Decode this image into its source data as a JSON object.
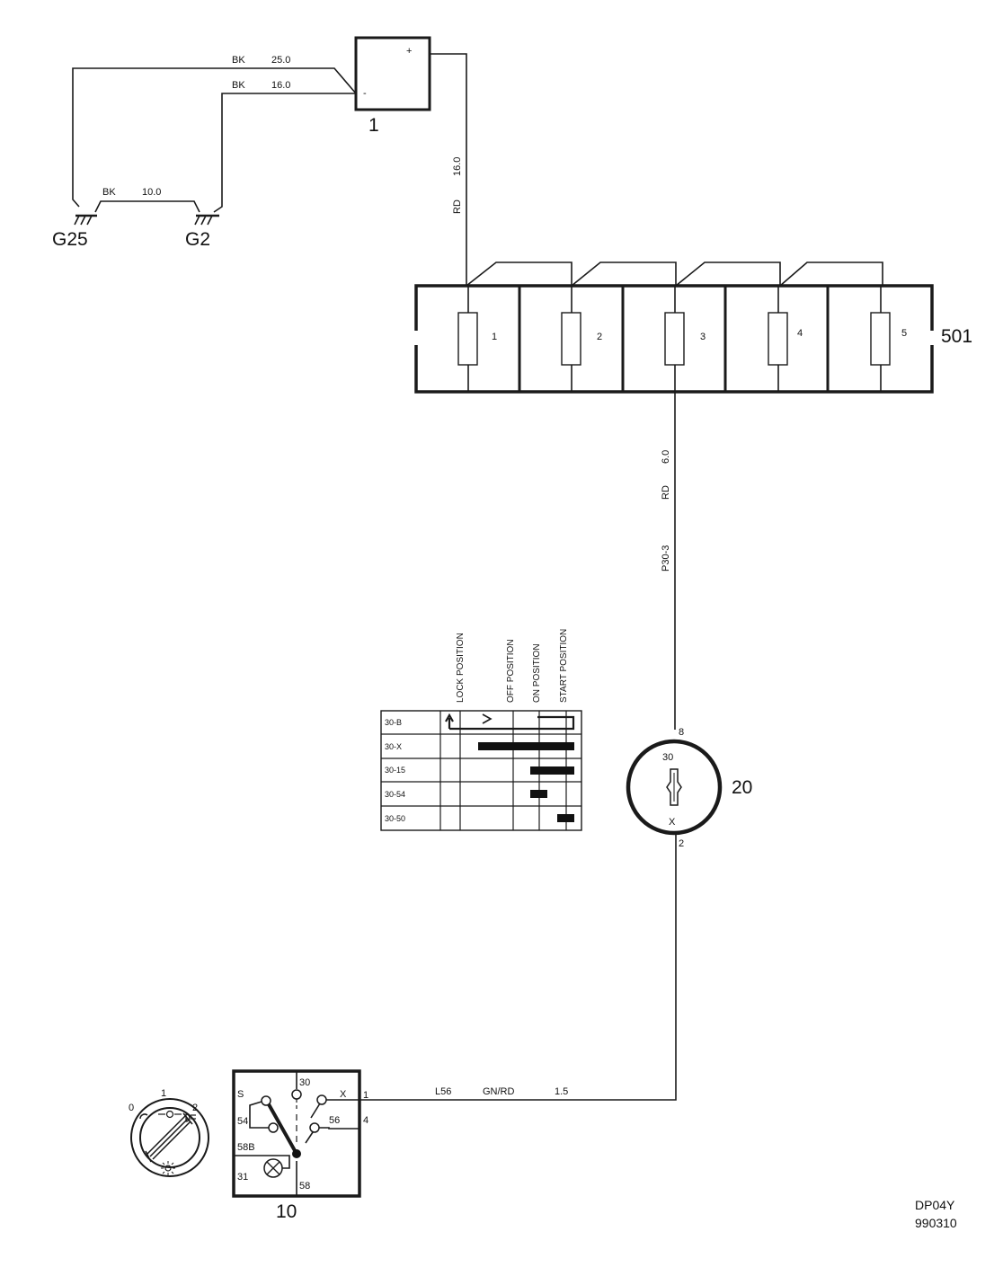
{
  "components": {
    "battery": {
      "ref": "1",
      "plus": "+",
      "minus": "-"
    },
    "ground_1": "G25",
    "ground_2": "G2",
    "fuse_box": {
      "ref": "501",
      "fuses": [
        "1",
        "2",
        "3",
        "4",
        "5"
      ]
    },
    "ignition_switch": {
      "ref": "20",
      "terminal_in": "30",
      "terminal_out": "X",
      "pin_in": "8",
      "pin_out": "2"
    },
    "light_switch": {
      "ref": "10",
      "terminals": {
        "s": "S",
        "t30": "30",
        "x": "X",
        "t54": "54",
        "t56": "56",
        "t58b": "58B",
        "t31": "31",
        "t58": "58"
      },
      "pin_x": "1",
      "pin_56": "4"
    },
    "knob": {
      "positions": [
        "0",
        "1",
        "2"
      ]
    }
  },
  "wires": {
    "bat_neg_g25": {
      "color": "BK",
      "size": "25.0"
    },
    "bat_neg_g2": {
      "color": "BK",
      "size": "16.0"
    },
    "g25_g2": {
      "color": "BK",
      "size": "10.0"
    },
    "bat_pos_fuse": {
      "color": "RD",
      "size": "16.0"
    },
    "fuse3_ign": {
      "code": "P30-3",
      "color": "RD",
      "size": "6.0"
    },
    "ign_light": {
      "code": "L56",
      "color": "GN/RD",
      "size": "1.5"
    }
  },
  "switch_table": {
    "columns": [
      "LOCK POSITION",
      "OFF POSITION",
      "ON POSITION",
      "START POSITION"
    ],
    "rows": [
      "30-B",
      "30-X",
      "30-15",
      "30-54",
      "30-50"
    ]
  },
  "footer": {
    "code": "DP04Y",
    "date": "990310"
  }
}
